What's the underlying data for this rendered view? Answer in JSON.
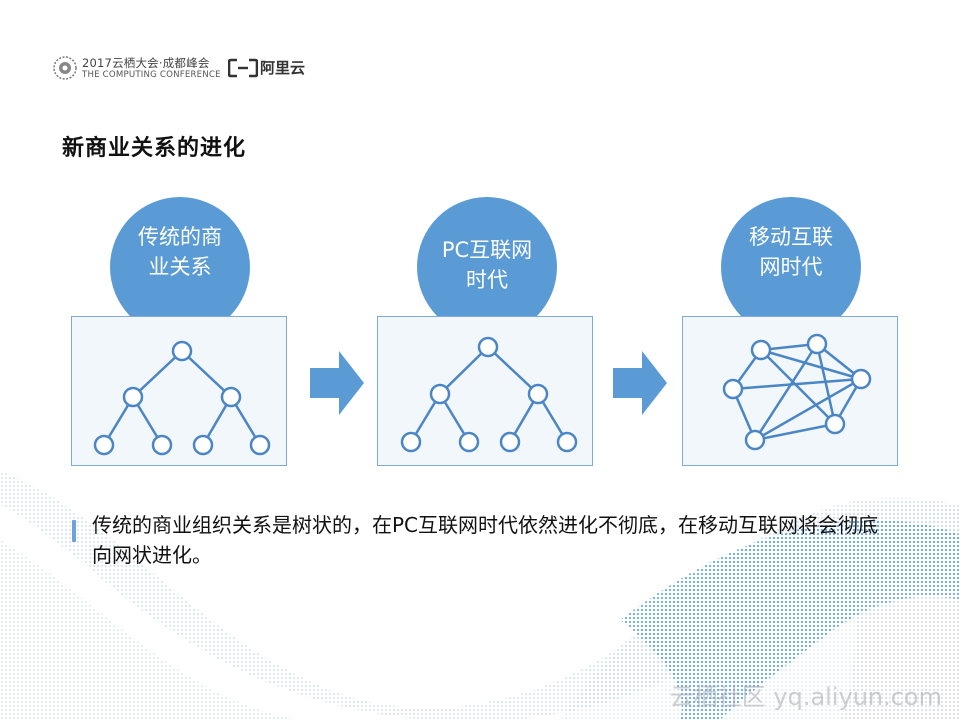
{
  "header": {
    "conference_title": "2017云栖大会·成都峰会",
    "conference_subtitle": "THE COMPUTING CONFERENCE",
    "brand": "阿里云"
  },
  "slide": {
    "title": "新商业关系的进化",
    "stages": [
      {
        "label": "传统的商业关系"
      },
      {
        "label": "PC互联网时代"
      },
      {
        "label": "移动互联网时代"
      }
    ],
    "bullet": "传统的商业组织关系是树状的，在PC互联网时代依然进化不彻底，在移动互联网将会彻底向网状进化。"
  },
  "watermark": "云栖社区 yq.aliyun.com",
  "colors": {
    "accent": "#5b9bd5",
    "line": "#4a86c5",
    "box_bg": "#f2f7fc"
  }
}
